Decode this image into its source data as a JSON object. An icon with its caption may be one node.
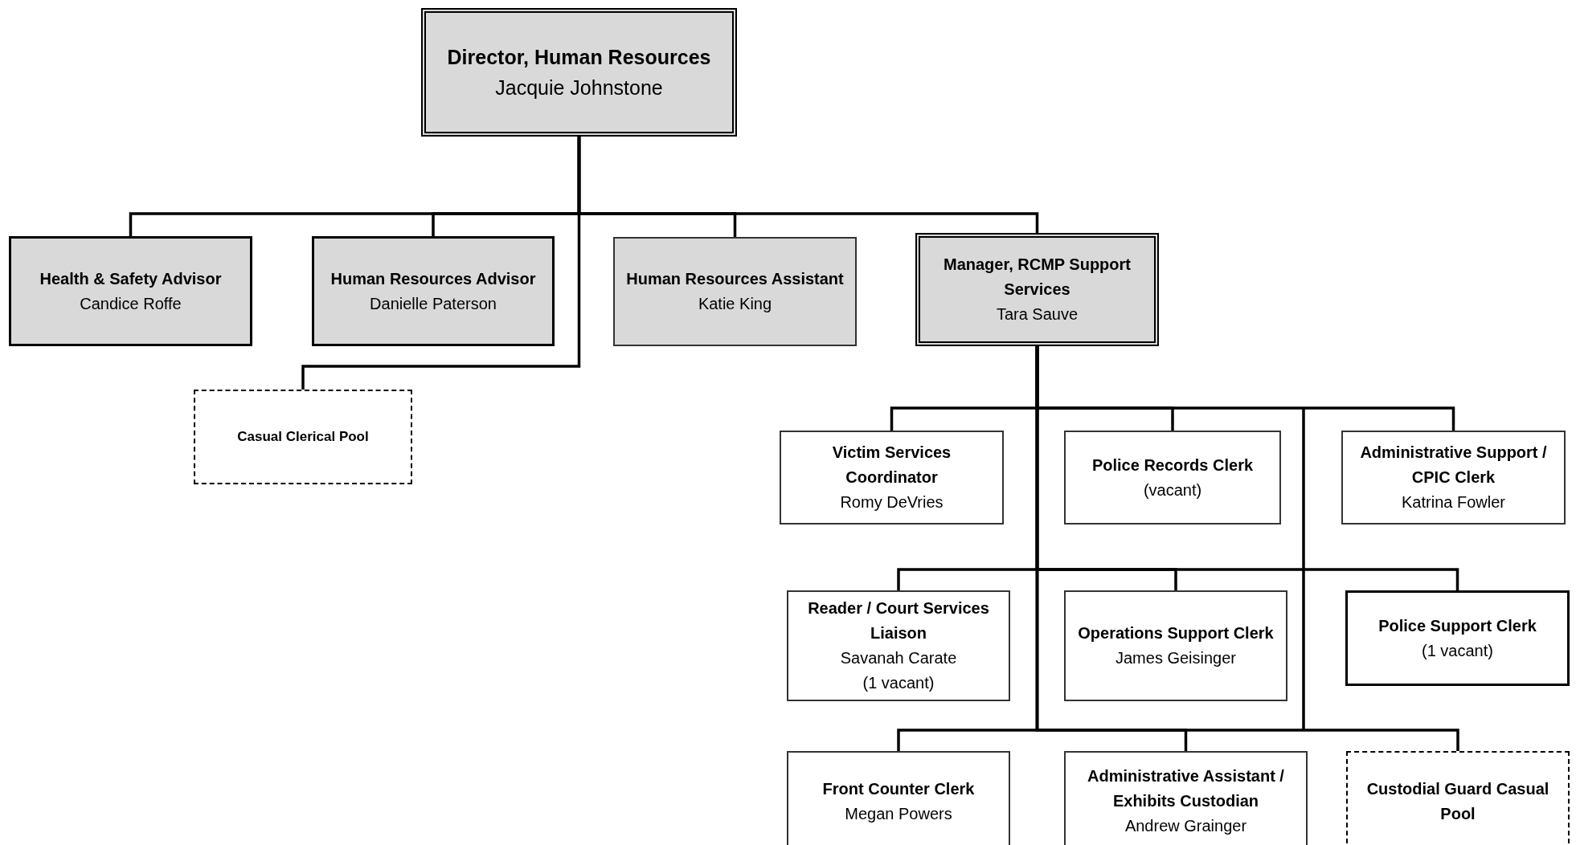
{
  "diagram": {
    "nodes": [
      {
        "text": [
          "Director, Human Resources",
          "Jacquie Johnstone"
        ]
      },
      {
        "text": [
          "Health & Safety Advisor",
          "Candice Roffe"
        ]
      },
      {
        "text": [
          "Human Resources Advisor",
          "Danielle Paterson"
        ]
      },
      {
        "text": [
          "Human Resources Assistant",
          "Katie King"
        ]
      },
      {
        "text": [
          "Manager, RCMP Support Services",
          "Tara Sauve"
        ]
      },
      {
        "text": [
          "Casual Clerical Pool"
        ]
      },
      {
        "text": [
          "Victim Services Coordinator",
          "Romy DeVries"
        ]
      },
      {
        "text": [
          "Police Records Clerk",
          "(vacant)"
        ]
      },
      {
        "text": [
          "Administrative Support / CPIC Clerk",
          "Katrina Fowler"
        ]
      },
      {
        "text": [
          "Reader / Court Services Liaison",
          "Savanah Carate",
          "(1 vacant)"
        ]
      },
      {
        "text": [
          "Operations Support Clerk",
          "James Geisinger"
        ]
      },
      {
        "text": [
          "Police Support Clerk",
          "(1 vacant)"
        ]
      },
      {
        "text": [
          "Front Counter Clerk",
          "Megan Powers"
        ]
      },
      {
        "text": [
          "Administrative Assistant / Exhibits Custodian",
          "Andrew Grainger"
        ]
      },
      {
        "text": [
          "Custodial Guard Casual Pool"
        ]
      }
    ],
    "edges": [
      {
        "from": 0,
        "to": 1,
        "arrow": "none"
      },
      {
        "from": 0,
        "to": 2,
        "arrow": "none"
      },
      {
        "from": 0,
        "to": 3,
        "arrow": "none"
      },
      {
        "from": 0,
        "to": 4,
        "arrow": "none"
      },
      {
        "from": 0,
        "to": 5,
        "arrow": "none"
      },
      {
        "from": 4,
        "to": 6,
        "arrow": "none"
      },
      {
        "from": 4,
        "to": 7,
        "arrow": "none"
      },
      {
        "from": 4,
        "to": 8,
        "arrow": "none"
      },
      {
        "from": 4,
        "to": 9,
        "arrow": "none"
      },
      {
        "from": 4,
        "to": 10,
        "arrow": "none"
      },
      {
        "from": 4,
        "to": 11,
        "arrow": "none"
      },
      {
        "from": 4,
        "to": 12,
        "arrow": "none"
      },
      {
        "from": 4,
        "to": 13,
        "arrow": "none"
      },
      {
        "from": 4,
        "to": 14,
        "arrow": "none"
      }
    ]
  }
}
